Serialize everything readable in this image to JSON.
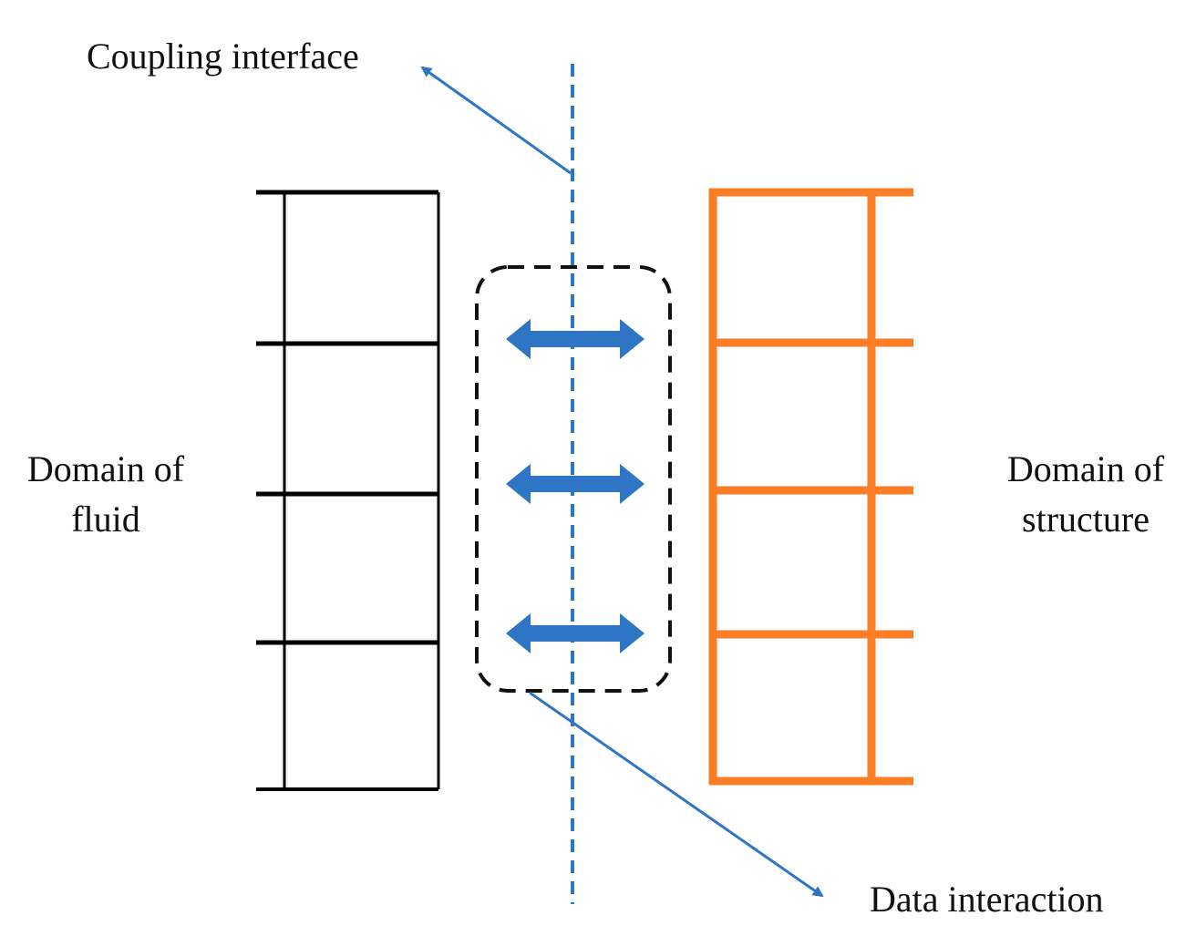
{
  "labels": {
    "coupling_interface": "Coupling interface",
    "data_interaction": "Data interaction",
    "fluid_domain_line1": "Domain of",
    "fluid_domain_line2": "fluid",
    "structure_domain_line1": "Domain of",
    "structure_domain_line2": "structure"
  },
  "colors": {
    "fluid_mesh": "#000000",
    "structure_mesh": "#fb7d26",
    "interface": "#2e75c6",
    "arrows": "#2e75c6",
    "interaction_box": "#111111"
  },
  "icons": {
    "data_exchange_arrows": "double-headed-arrow-icon",
    "pointer_arrows": "arrow-pointer-icon"
  }
}
